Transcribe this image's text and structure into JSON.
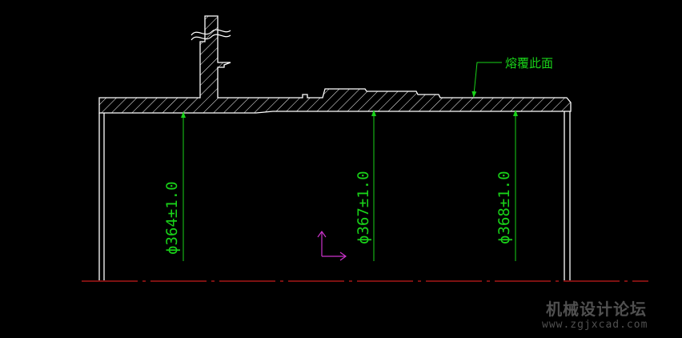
{
  "colors": {
    "background": "#000000",
    "outline": "#ffffff",
    "dimension": "#19d219",
    "centerline": "#c81e1e",
    "ucs": "#cc33cc",
    "watermark": "#505050"
  },
  "dimensions": [
    {
      "label": "ϕ364±1.0"
    },
    {
      "label": "ϕ367±1.0"
    },
    {
      "label": "ϕ368±1.0"
    }
  ],
  "note": {
    "label": "熔覆此面"
  },
  "watermark": {
    "title": "机械设计论坛",
    "url": "www.zgjxcad.com"
  },
  "icons": {
    "ucs": "ucs-axis-icon",
    "break": "break-symbol-icon"
  }
}
